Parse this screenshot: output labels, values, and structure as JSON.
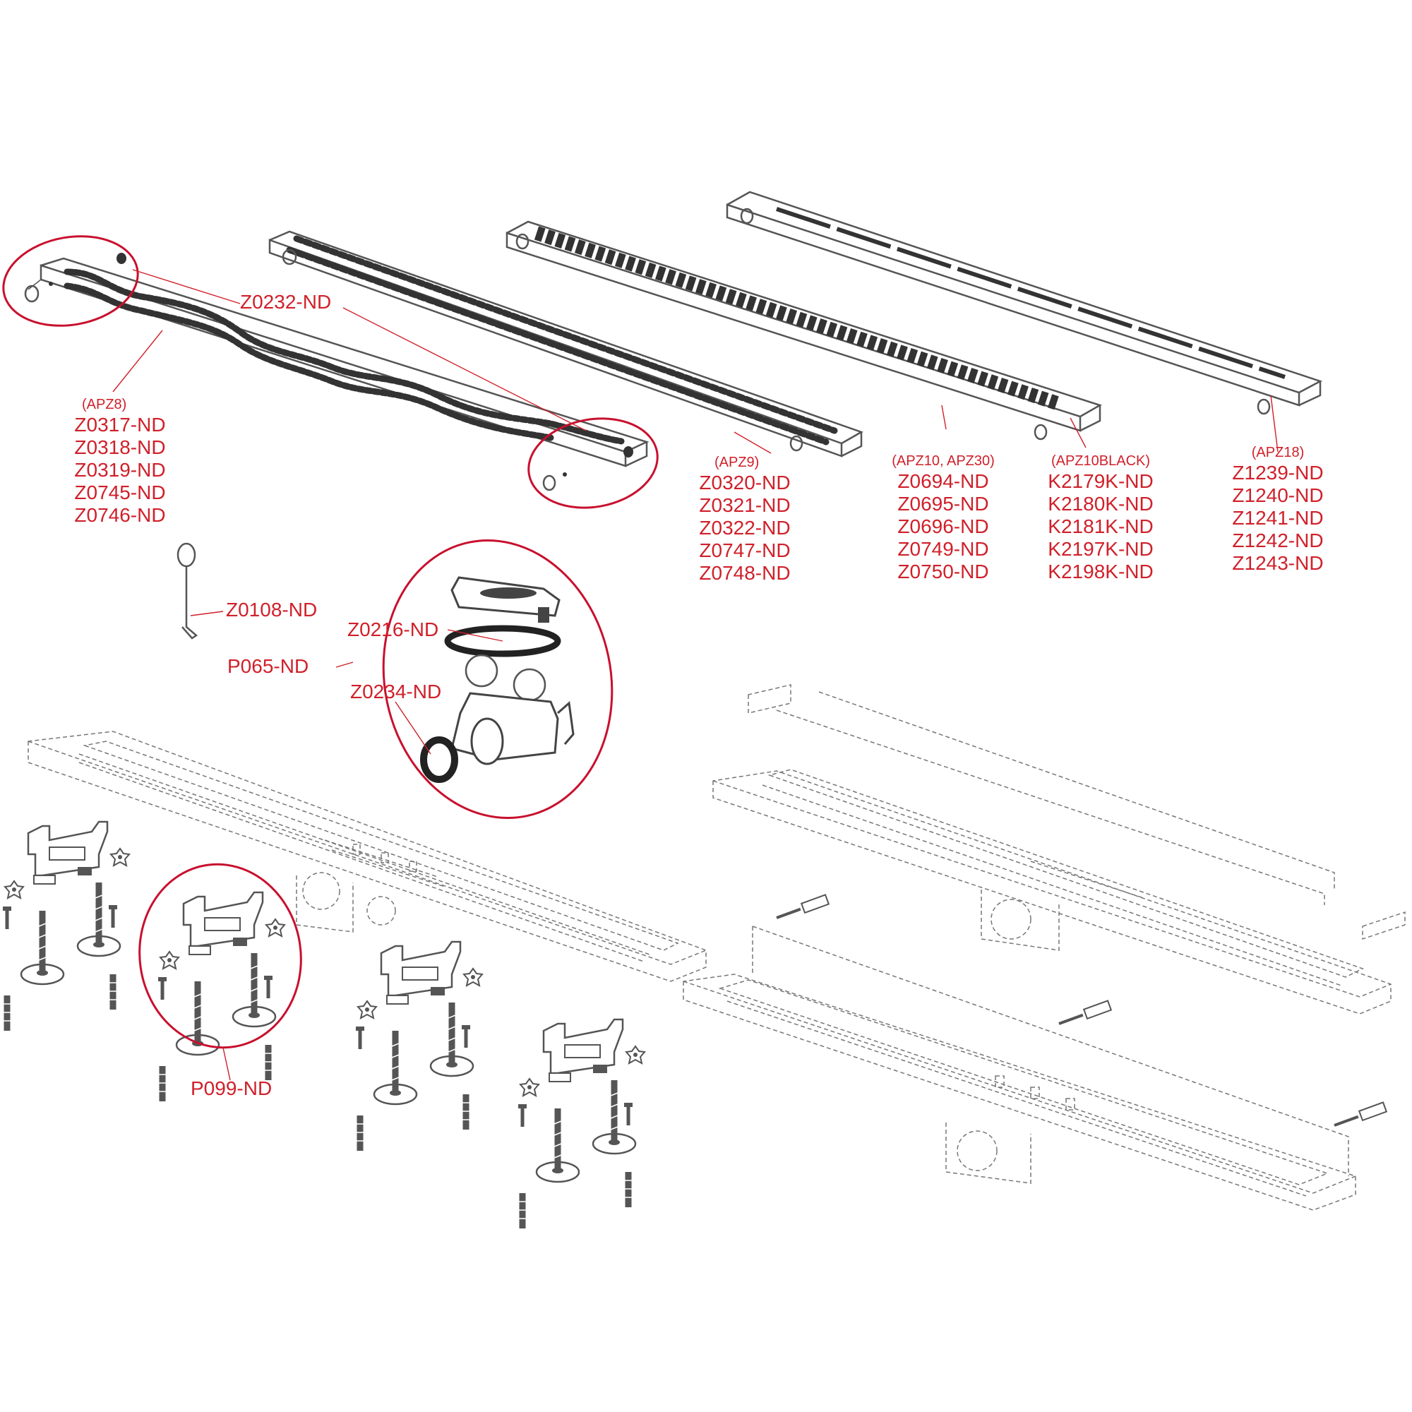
{
  "colors": {
    "label": "#d0202a",
    "outline": "#555555",
    "ring": "#c8102e"
  },
  "labels": {
    "z0232": "Z0232-ND",
    "z0108": "Z0108-ND",
    "z0216": "Z0216-ND",
    "p065": "P065-ND",
    "z0234": "Z0234-ND",
    "p099": "P099-ND"
  },
  "groups": [
    {
      "variant": "(APZ8)",
      "codes": [
        "Z0317-ND",
        "Z0318-ND",
        "Z0319-ND",
        "Z0745-ND",
        "Z0746-ND"
      ]
    },
    {
      "variant": "(APZ9)",
      "codes": [
        "Z0320-ND",
        "Z0321-ND",
        "Z0322-ND",
        "Z0747-ND",
        "Z0748-ND"
      ]
    },
    {
      "variant": "(APZ10, APZ30)",
      "codes": [
        "Z0694-ND",
        "Z0695-ND",
        "Z0696-ND",
        "Z0749-ND",
        "Z0750-ND"
      ]
    },
    {
      "variant": "(APZ10BLACK)",
      "codes": [
        "K2179K-ND",
        "K2180K-ND",
        "K2181K-ND",
        "K2197K-ND",
        "K2198K-ND"
      ]
    },
    {
      "variant": "(APZ18)",
      "codes": [
        "Z1239-ND",
        "Z1240-ND",
        "Z1241-ND",
        "Z1242-ND",
        "Z1243-ND"
      ]
    }
  ]
}
